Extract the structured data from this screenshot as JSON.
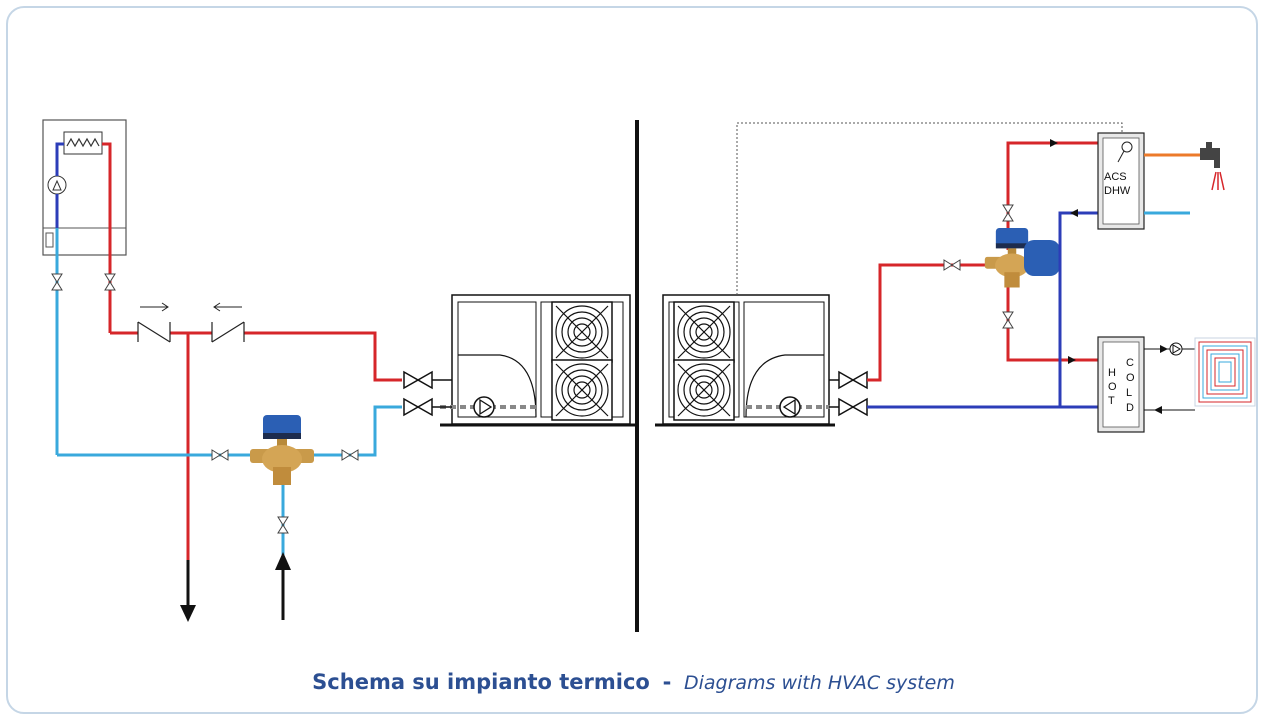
{
  "caption": {
    "italian": "Schema su impianto termico",
    "separator": "-",
    "english": "Diagrams with HVAC system"
  },
  "tank_dhw": {
    "line1": "ACS",
    "line2": "DHW"
  },
  "tank_buffer": {
    "hot": [
      "H",
      "O",
      "T"
    ],
    "cold": [
      "C",
      "O",
      "L",
      "D"
    ]
  },
  "colors": {
    "hot_pipe": "#d6262a",
    "cold_pipe": "#39a9dc",
    "return_pipe": "#2c3db8",
    "dhw_out": "#ec7a2a",
    "caption": "#2c4f92",
    "frame": "#c5d6e6"
  },
  "icons": [
    "boiler-icon",
    "heat-pump-unit-icon",
    "three-way-valve-icon",
    "tap-icon",
    "underfloor-heating-icon",
    "check-valve-icon",
    "shutoff-valve-icon",
    "pump-icon",
    "fan-icon"
  ]
}
